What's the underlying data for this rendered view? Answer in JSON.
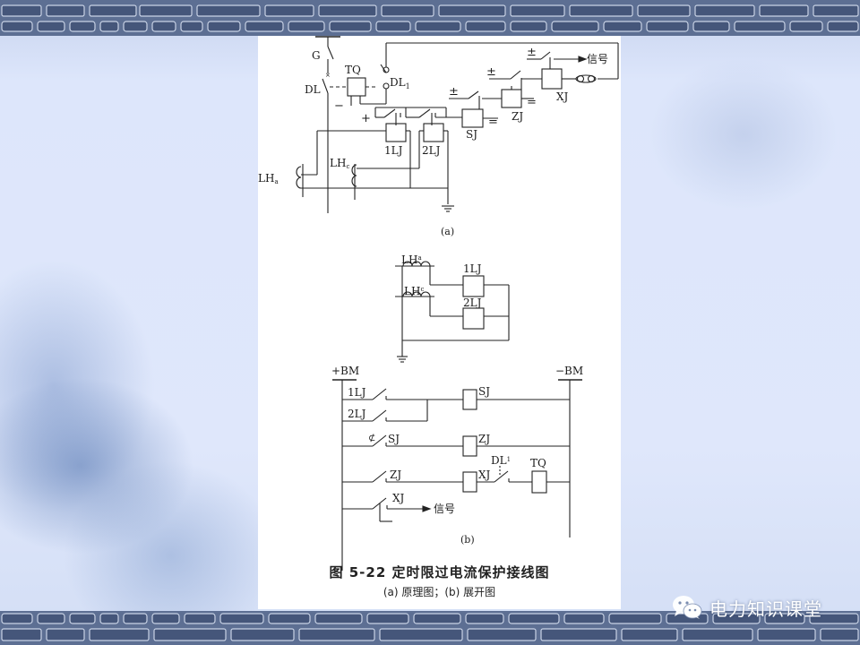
{
  "slide": {
    "background_color": "#dbe5fa",
    "brick_band_color": "#5d6f93",
    "panel_color": "#ffffff"
  },
  "figure": {
    "caption_title": "图 5-22   定时限过电流保护接线图",
    "caption_subtitle": "(a) 原理图；(b) 展开图"
  },
  "diagram_a": {
    "sublabel": "(a)",
    "labels": {
      "G": "G",
      "DL": "DL",
      "TQ": "TQ",
      "DL1": "DL",
      "DL1_sub": "1",
      "LHa": "LH",
      "LHa_sub": "a",
      "LHc": "LH",
      "LHc_sub": "c",
      "LJ1": "1LJ",
      "LJ2": "2LJ",
      "SJ": "SJ",
      "ZJ": "ZJ",
      "XJ": "XJ",
      "signal": "信号",
      "plus": "+",
      "minus": "−",
      "plusminus": "±",
      "eq": "="
    }
  },
  "diagram_b_top": {
    "labels": {
      "LHa": "LH",
      "LHa_sub": "a",
      "LHc": "LH",
      "LHc_sub": "c",
      "LJ1": "1LJ",
      "LJ2": "2LJ"
    }
  },
  "diagram_b": {
    "sublabel": "(b)",
    "bus_plus": "+BM",
    "bus_minus": "−BM",
    "rungs": [
      {
        "contacts": [
          "1LJ",
          "2LJ"
        ],
        "coil": "SJ"
      },
      {
        "contacts": [
          "SJ"
        ],
        "coil": "ZJ"
      },
      {
        "contacts": [
          "ZJ"
        ],
        "coil": "XJ",
        "series_contact": "DL",
        "series_contact_sub": "1",
        "load": "TQ"
      },
      {
        "contacts": [
          "XJ"
        ],
        "output": "信号"
      }
    ]
  },
  "watermark": {
    "icon": "wechat-icon",
    "text": "电力知识课堂"
  }
}
